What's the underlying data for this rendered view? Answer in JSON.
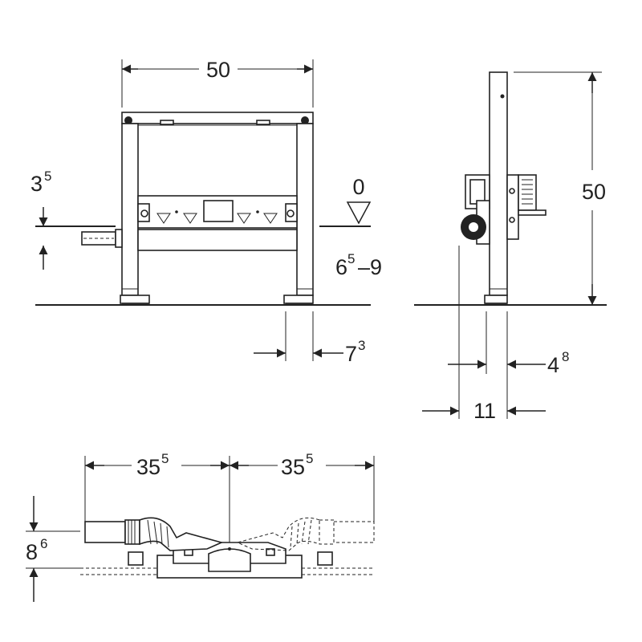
{
  "dims": {
    "front_width": "50",
    "floor_offset_main": "3",
    "floor_offset_sup": "5",
    "floor_zero": "0",
    "adjust_main": "6",
    "adjust_sup": "5",
    "adjust_range": "–9",
    "foot_main": "7",
    "foot_sup": "3",
    "side_height": "50",
    "side_depth_main": "4",
    "side_depth_sup": "8",
    "side_total": "11",
    "plan_left_main": "35",
    "plan_left_sup": "5",
    "plan_right_main": "35",
    "plan_right_sup": "5",
    "plan_height_main": "8",
    "plan_height_sup": "6"
  }
}
